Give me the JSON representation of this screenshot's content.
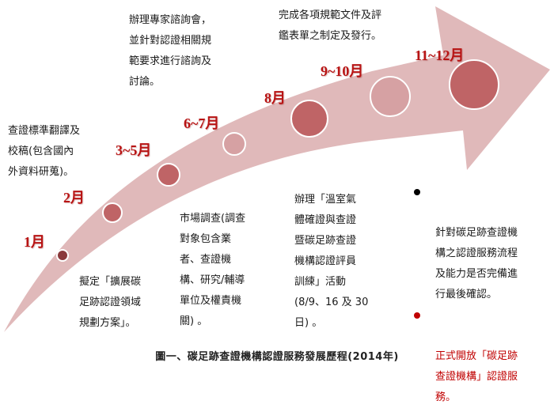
{
  "colors": {
    "arrow_fill": "#e0b9ba",
    "circle_dark": "#8a3a3c",
    "circle_medium": "#bf6466",
    "circle_light": "#d6a1a3",
    "milestone_label": "#b81414",
    "bullet_highlight": "#c00000"
  },
  "milestones": [
    {
      "label": "1月",
      "circle": "dark"
    },
    {
      "label": "2月",
      "circle": "medium"
    },
    {
      "label": "3~5月",
      "circle": "medium"
    },
    {
      "label": "6~7月",
      "circle": "light"
    },
    {
      "label": "8月",
      "circle": "medium"
    },
    {
      "label": "9~10月",
      "circle": "light"
    },
    {
      "label": "11~12月",
      "circle": "medium"
    }
  ],
  "descriptions": {
    "jan": "擬定「擴展碳\n足跡認證領域\n規劃方案」。",
    "feb": "查證標準翻譯及\n校稿(包含國內\n外資料研蒐)。",
    "mar_may": "市場調查(調查\n對象包含業\n者、查證機\n構、研究/輔導\n單位及權責機\n關) 。",
    "jun_jul": "辦理專家諮詢會，\n並針對認證相關規\n範要求進行諮詢及\n討論。",
    "aug": "辦理「溫室氣\n體確證與查證\n暨碳足跡查證\n機構認證評員\n訓練」活動\n(8/9、16 及 30\n日) 。",
    "sep_oct": "完成各項規範文件及評\n鑑表單之制定及發行。"
  },
  "bullets": [
    {
      "text": "針對碳足跡查證機\n構之認證服務流程\n及能力是否完備進\n行最後確認。",
      "style": "black"
    },
    {
      "text": "正式開放「碳足跡\n查證機構」認證服\n務。",
      "style": "red"
    }
  ],
  "paragraph_mark": "↵",
  "caption": "圖一、碳足跡查證機構認證服務發展歷程(2014年)"
}
